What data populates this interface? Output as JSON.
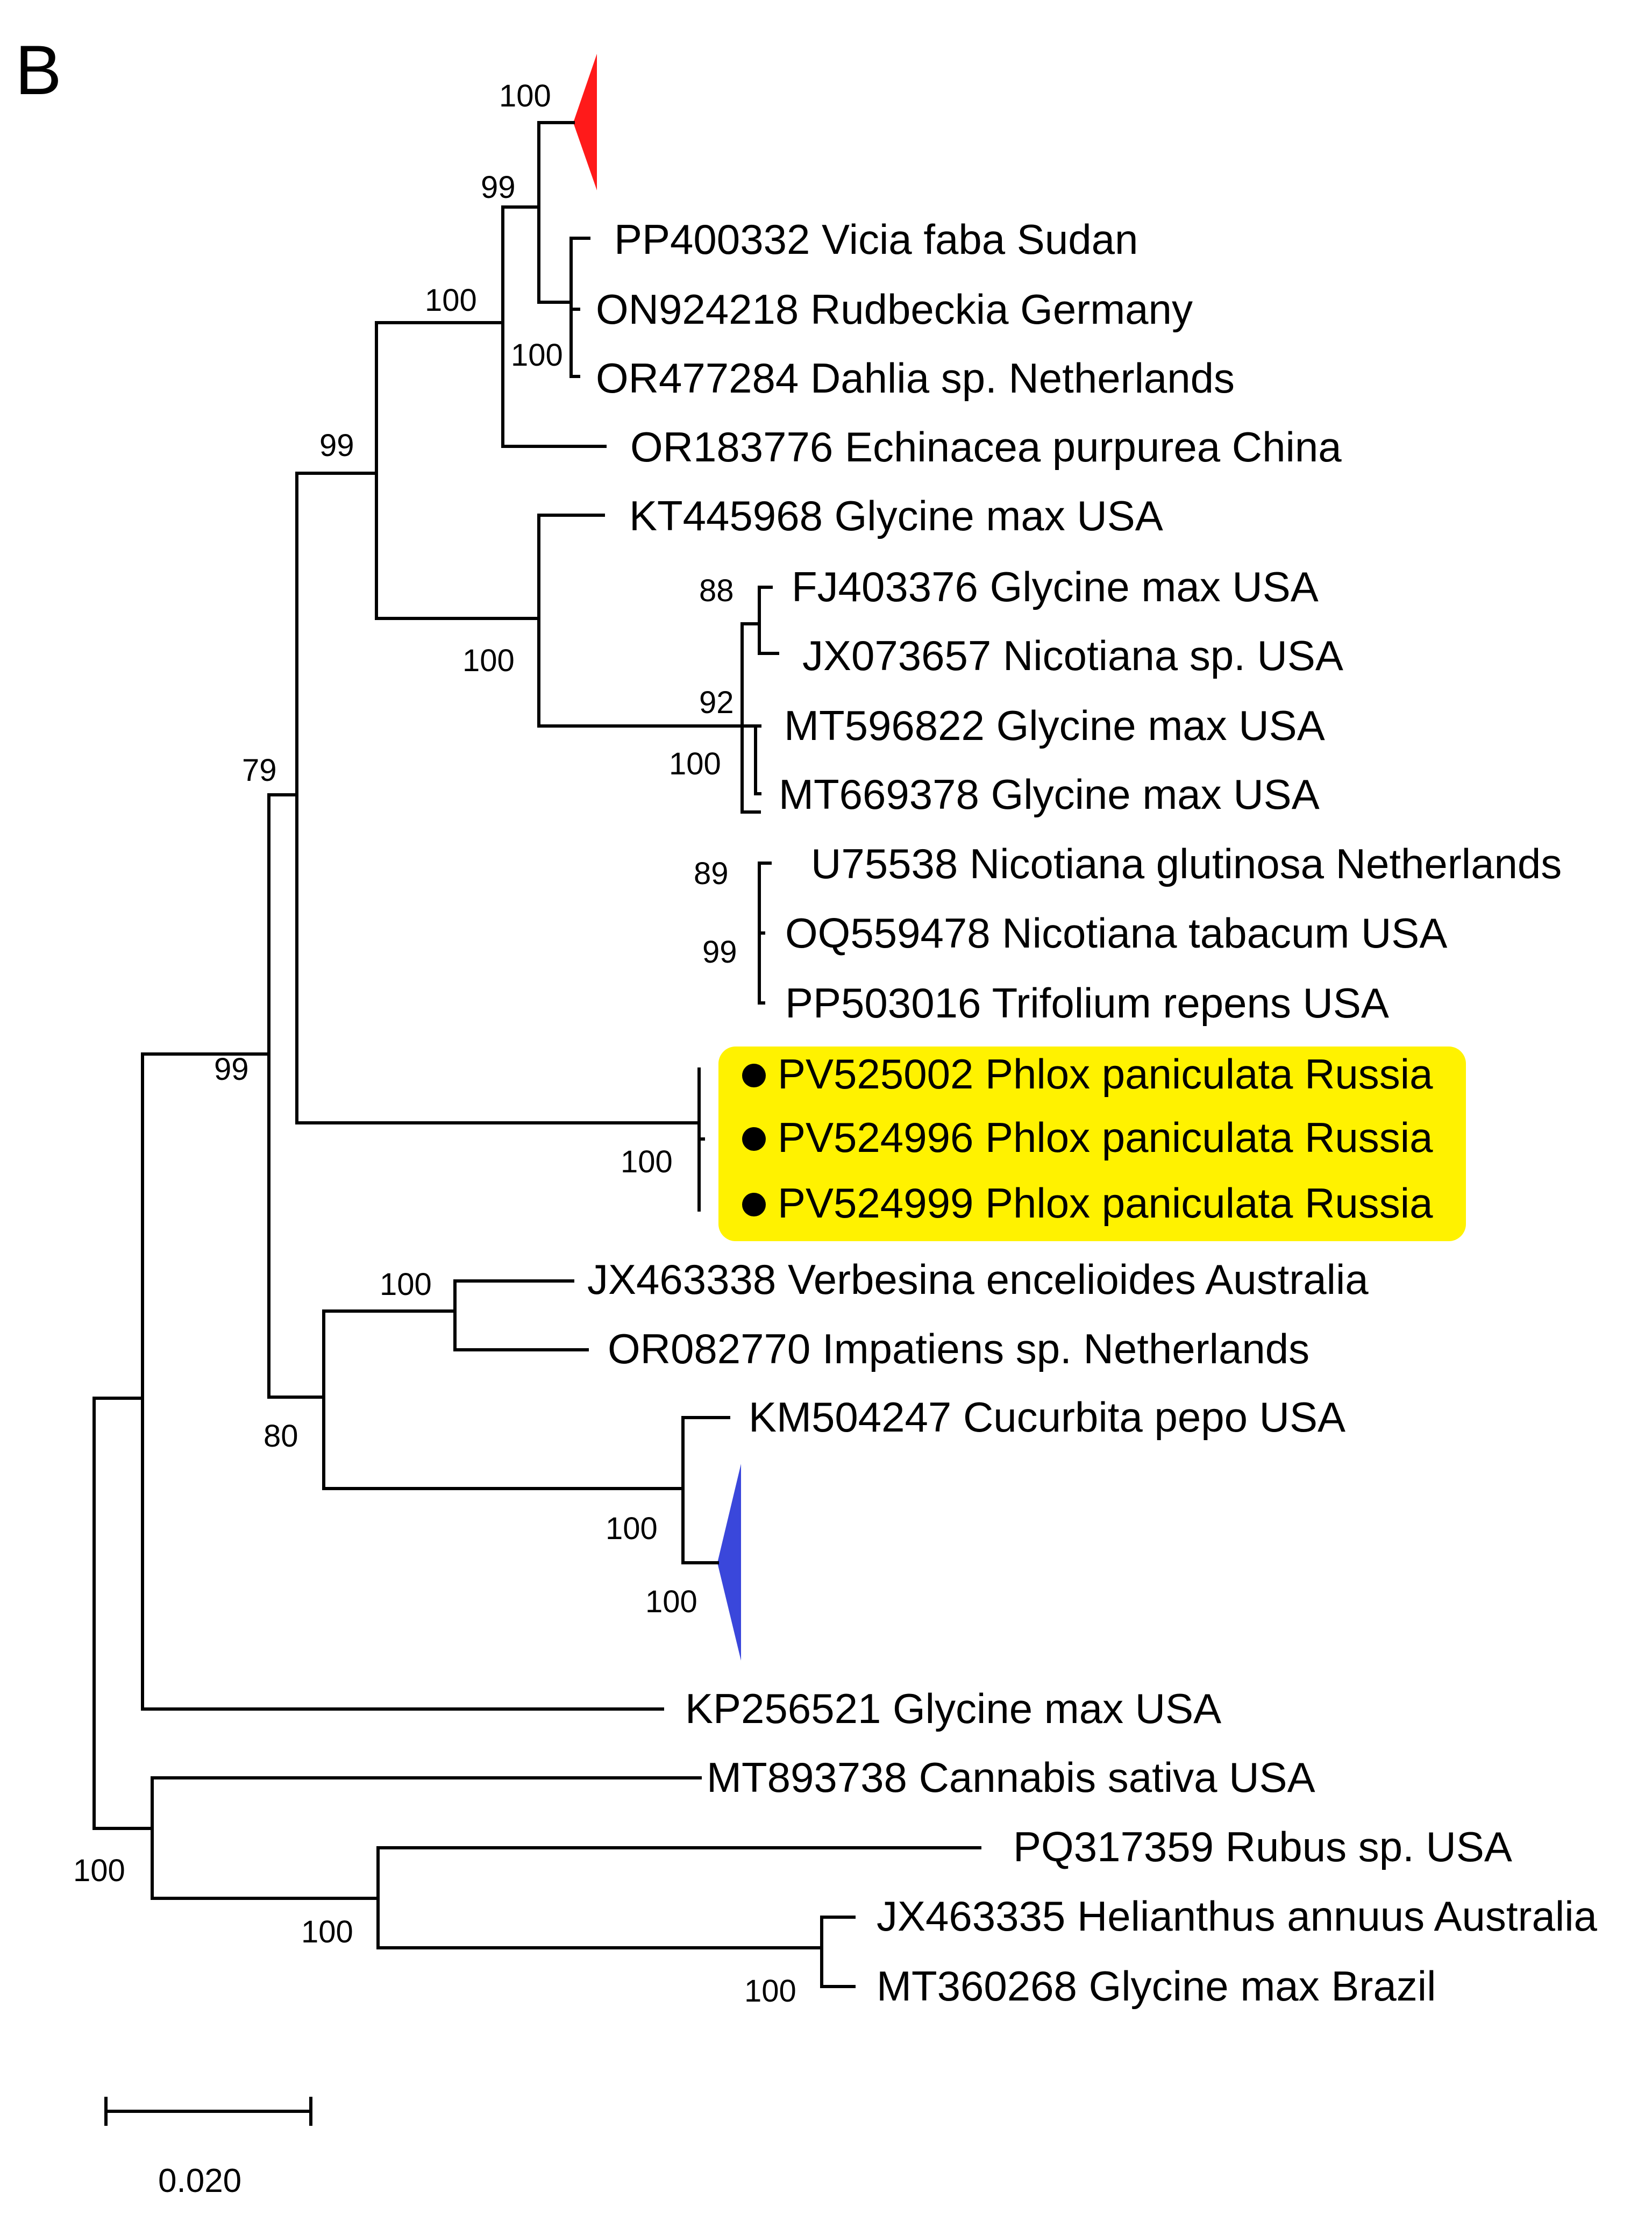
{
  "panel_label": "B",
  "colors": {
    "highlight": "#FFF200",
    "collapsed_red": "#FF1A1A",
    "collapsed_blue": "#3A47DB",
    "branch": "#000000"
  },
  "taxa": [
    {
      "id": "PP400332",
      "label": "PP400332 Vicia faba Sudan"
    },
    {
      "id": "ON924218",
      "label": "ON924218 Rudbeckia Germany"
    },
    {
      "id": "OR477284",
      "label": "OR477284 Dahlia sp. Netherlands"
    },
    {
      "id": "OR183776",
      "label": "OR183776 Echinacea purpurea China"
    },
    {
      "id": "KT445968",
      "label": "KT445968 Glycine max USA"
    },
    {
      "id": "FJ403376",
      "label": "FJ403376 Glycine max USA"
    },
    {
      "id": "JX073657",
      "label": "JX073657 Nicotiana sp. USA"
    },
    {
      "id": "MT596822",
      "label": "MT596822 Glycine max USA"
    },
    {
      "id": "MT669378",
      "label": "MT669378 Glycine max USA"
    },
    {
      "id": "U75538",
      "label": "U75538 Nicotiana glutinosa Netherlands"
    },
    {
      "id": "OQ559478",
      "label": "OQ559478 Nicotiana tabacum USA"
    },
    {
      "id": "PP503016",
      "label": "PP503016 Trifolium repens USA"
    },
    {
      "id": "PV525002",
      "label": "PV525002 Phlox paniculata Russia",
      "highlight": true
    },
    {
      "id": "PV524996",
      "label": "PV524996 Phlox paniculata Russia",
      "highlight": true
    },
    {
      "id": "PV524999",
      "label": "PV524999 Phlox paniculata Russia",
      "highlight": true
    },
    {
      "id": "JX463338",
      "label": "JX463338 Verbesina encelioides Australia"
    },
    {
      "id": "OR082770",
      "label": "OR082770 Impatiens sp. Netherlands"
    },
    {
      "id": "KM504247",
      "label": "KM504247 Cucurbita pepo USA"
    },
    {
      "id": "KP256521",
      "label": "KP256521 Glycine max USA"
    },
    {
      "id": "MT893738",
      "label": "MT893738 Cannabis sativa USA"
    },
    {
      "id": "PQ317359",
      "label": "PQ317359 Rubus sp. USA"
    },
    {
      "id": "JX463335",
      "label": "JX463335 Helianthus annuus Australia"
    },
    {
      "id": "MT360268",
      "label": "MT360268 Glycine max Brazil"
    }
  ],
  "bootstrap": [
    {
      "id": "b-red-clade",
      "value": "100"
    },
    {
      "id": "b-fabaceae-group",
      "value": "99"
    },
    {
      "id": "b-asteraceae",
      "value": "100"
    },
    {
      "id": "b-dahlia-pair",
      "value": "100"
    },
    {
      "id": "b-upper-clade",
      "value": "99"
    },
    {
      "id": "b-glycine-clade",
      "value": "100"
    },
    {
      "id": "b-fj-jx",
      "value": "88"
    },
    {
      "id": "b-sub1",
      "value": "92"
    },
    {
      "id": "b-sub2",
      "value": "100"
    },
    {
      "id": "b-sub3",
      "value": "89"
    },
    {
      "id": "b-sub4",
      "value": "99"
    },
    {
      "id": "b-phlox",
      "value": "100"
    },
    {
      "id": "b-mid-clade",
      "value": "79"
    },
    {
      "id": "b-ingroup",
      "value": "99"
    },
    {
      "id": "b-verb-imp",
      "value": "100"
    },
    {
      "id": "b-lower-clade",
      "value": "80"
    },
    {
      "id": "b-cucurbita",
      "value": "100"
    },
    {
      "id": "b-blue-clade",
      "value": "100"
    },
    {
      "id": "b-root",
      "value": "100"
    },
    {
      "id": "b-outgroup",
      "value": "100"
    },
    {
      "id": "b-helianthus-pair",
      "value": "100"
    }
  ],
  "scale_bar": {
    "label": "0.020"
  }
}
